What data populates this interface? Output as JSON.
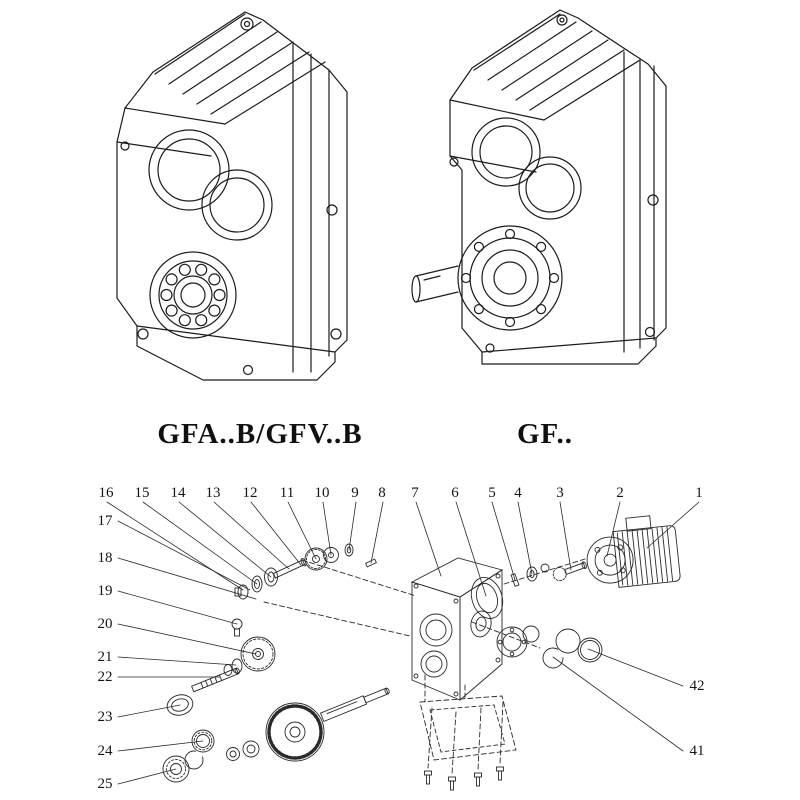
{
  "page": {
    "background": "#ffffff",
    "ink": "#1c1c1c"
  },
  "products": {
    "left_label": "GFA..B/GFV..B",
    "right_label": "GF.."
  },
  "exploded": {
    "top_callouts": [
      "16",
      "15",
      "14",
      "13",
      "12",
      "11",
      "10",
      "9",
      "8",
      "7",
      "6",
      "5",
      "4",
      "3",
      "2",
      "1"
    ],
    "left_callouts": [
      "17",
      "18",
      "19",
      "20",
      "21",
      "22",
      "23",
      "24",
      "25"
    ],
    "right_callouts": [
      "42",
      "41"
    ]
  }
}
